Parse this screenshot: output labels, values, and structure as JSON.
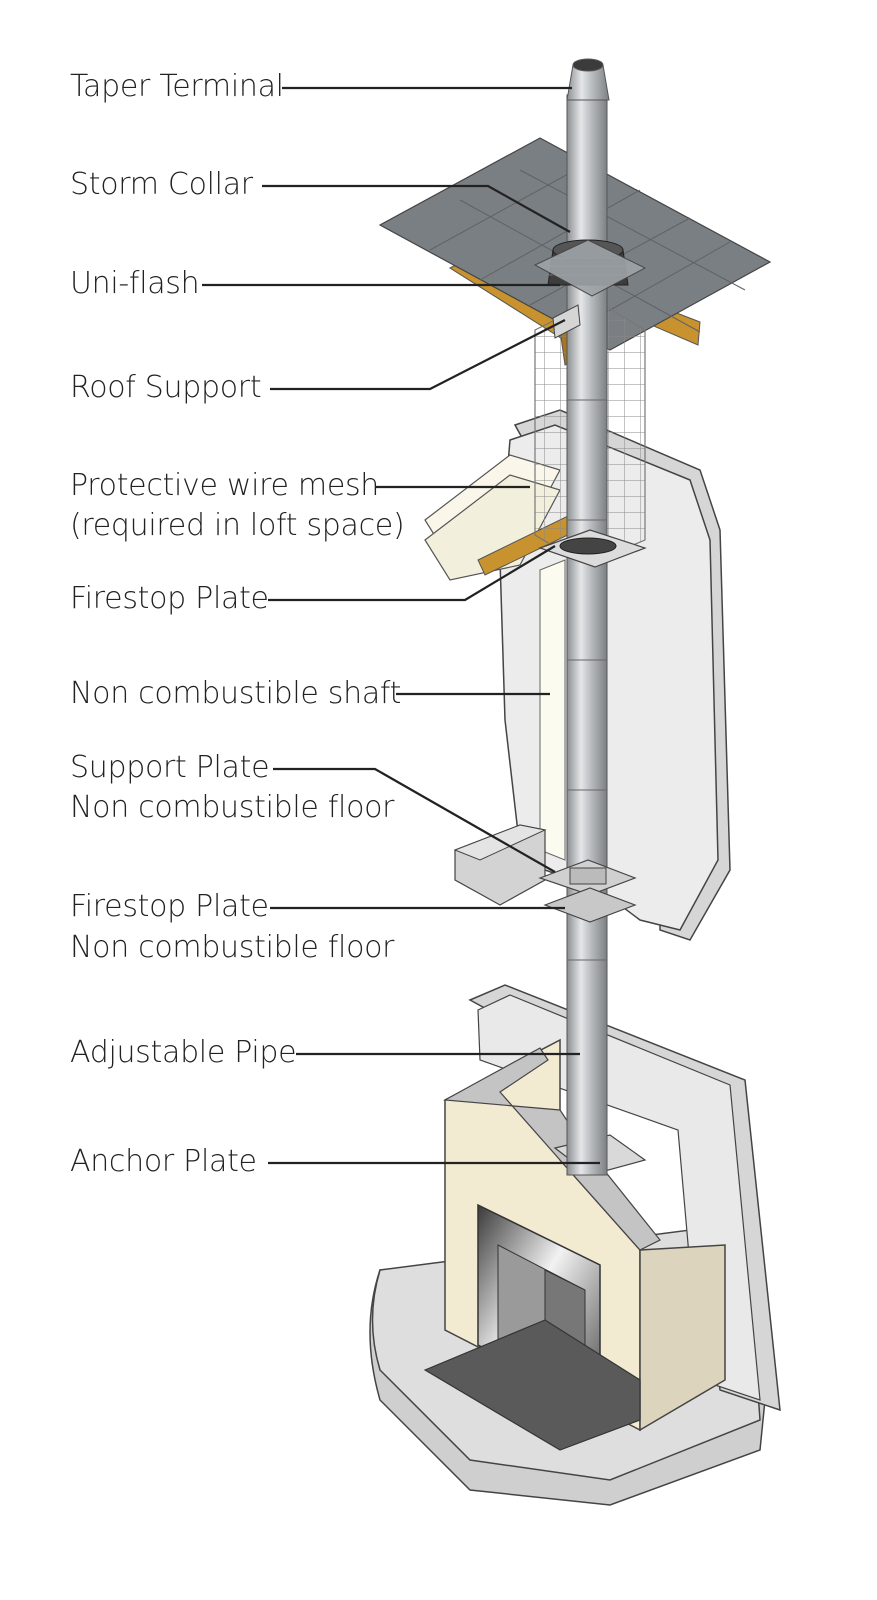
{
  "labels": {
    "taper_terminal": "Taper Terminal",
    "storm_collar": "Storm Collar",
    "uni_flash": "Uni-flash",
    "roof_support": "Roof Support",
    "wire_mesh_line1": "Protective wire mesh",
    "wire_mesh_line2": "(required in loft space)",
    "firestop_plate_upper": "Firestop Plate",
    "shaft": "Non combustible shaft",
    "support_plate_line1": "Support Plate",
    "support_plate_line2": "Non combustible floor",
    "firestop_plate_lower_line1": "Firestop Plate",
    "firestop_plate_lower_line2": "Non combustible floor",
    "adjustable_pipe": "Adjustable Pipe",
    "anchor_plate": "Anchor Plate"
  },
  "colors": {
    "roof_tiles": "#7a7f84",
    "timber": "#c8922e",
    "wall": "#e6e6e6",
    "fireplace": "#f3ead2",
    "flue": "#b5b8bb",
    "hearth_floor": "#5a5a5a",
    "leader_lines": "#222222"
  }
}
